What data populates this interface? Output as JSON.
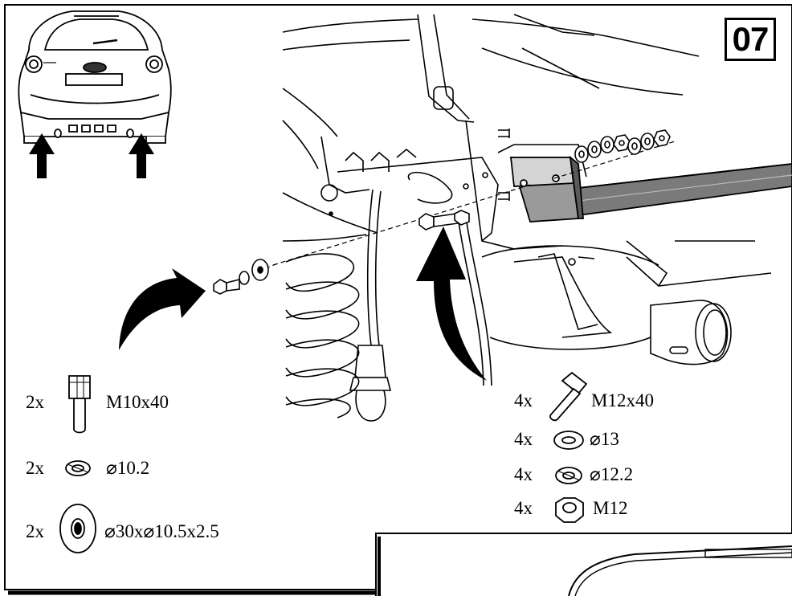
{
  "step_number": "07",
  "parts_left": [
    {
      "qty": "2x",
      "spec": "M10x40",
      "icon": "bolt-icon"
    },
    {
      "qty": "2x",
      "spec": "⌀10.2",
      "icon": "spring-washer-icon"
    },
    {
      "qty": "2x",
      "spec": "⌀30x⌀10.5x2.5",
      "icon": "flat-washer-icon"
    }
  ],
  "parts_right": [
    {
      "qty": "4x",
      "spec": "M12x40",
      "icon": "bolt-icon"
    },
    {
      "qty": "4x",
      "spec": "⌀13",
      "icon": "flat-washer-icon"
    },
    {
      "qty": "4x",
      "spec": "⌀12.2",
      "icon": "spring-washer-icon"
    },
    {
      "qty": "4x",
      "spec": "M12",
      "icon": "hex-nut-icon"
    }
  ]
}
